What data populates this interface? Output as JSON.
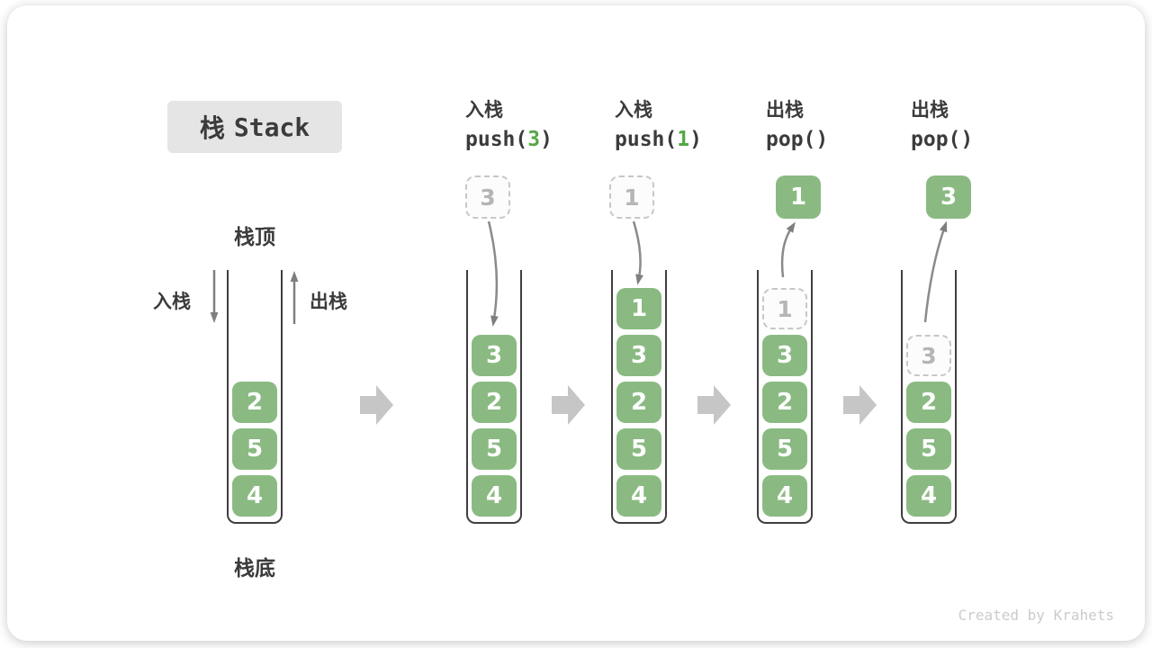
{
  "title": {
    "zh": "栈",
    "en": "Stack"
  },
  "labels": {
    "stack_top": "栈顶",
    "stack_bottom": "栈底",
    "push": "入栈",
    "pop": "出栈"
  },
  "stages": [
    {
      "name": "initial",
      "blocks": [
        "2",
        "5",
        "4"
      ]
    },
    {
      "name": "push-3",
      "op_label": "入栈",
      "code_pre": "push(",
      "code_arg": "3",
      "code_post": ")",
      "incoming_value": "3",
      "blocks": [
        "3",
        "2",
        "5",
        "4"
      ]
    },
    {
      "name": "push-1",
      "op_label": "入栈",
      "code_pre": "push(",
      "code_arg": "1",
      "code_post": ")",
      "incoming_value": "1",
      "blocks": [
        "1",
        "3",
        "2",
        "5",
        "4"
      ]
    },
    {
      "name": "pop-1",
      "op_label": "出栈",
      "code_pre": "pop()",
      "code_arg": "",
      "code_post": "",
      "popped_value": "1",
      "ghost_value": "1",
      "blocks": [
        "3",
        "2",
        "5",
        "4"
      ]
    },
    {
      "name": "pop-3",
      "op_label": "出栈",
      "code_pre": "pop()",
      "code_arg": "",
      "code_post": "",
      "popped_value": "3",
      "ghost_value": "3",
      "blocks": [
        "2",
        "5",
        "4"
      ]
    }
  ],
  "icons": {
    "stage_arrow": "block-arrow-right-icon",
    "push_arrow": "arrow-down-icon",
    "pop_arrow": "arrow-up-icon",
    "curved_arrow": "curved-arrow-icon"
  },
  "colors": {
    "block_green": "#8aba82",
    "code_green": "#55a845",
    "title_box_bg": "#e5e5e5",
    "text_dark": "#3b3b3b",
    "arrow_gray": "#7f7f7f",
    "stage_arrow_gray": "#c6c6c6",
    "ghost_gray": "#c7c7c7"
  },
  "watermark": "Created by Krahets"
}
